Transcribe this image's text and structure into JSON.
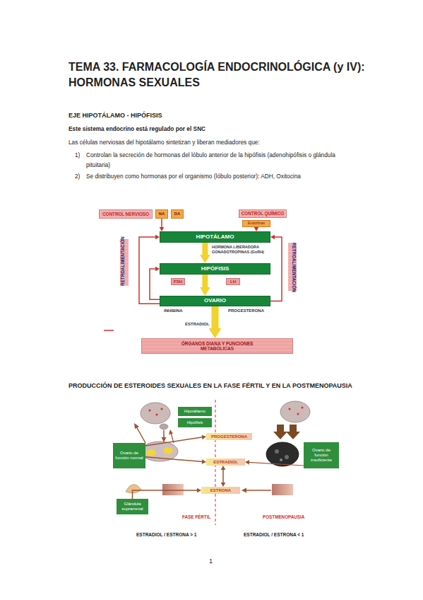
{
  "diagram": {
    "title": "TEMA 33. FARMACOLOGÍA ENDOCRINOLÓGICA (y IV): HORMONAS SEXUALES",
    "nodes": [
      {
        "text": [
          "CONTROL NERVIOSO"
        ]
      },
      {
        "text": [
          "NA"
        ]
      },
      {
        "text": [
          "DA"
        ]
      },
      {
        "text": [
          "CONTROL QUÍMICO"
        ]
      },
      {
        "text": [
          "Endorfinas"
        ]
      },
      {
        "text": [
          "HIPOTÁLAMO"
        ]
      },
      {
        "text": [
          "HIPÓFISIS"
        ]
      },
      {
        "text": [
          "FSH"
        ]
      },
      {
        "text": [
          "LH"
        ]
      },
      {
        "text": [
          "OVARIO"
        ]
      },
      {
        "text": [
          "ÓRGANOS DIANA Y FUNCIONES METABÓLICAS"
        ]
      },
      {
        "text": [
          "Hipotálamo"
        ]
      },
      {
        "text": [
          "Hipófisis"
        ]
      },
      {
        "text": [
          "Ovario de función normal"
        ]
      },
      {
        "text": [
          "PROGESTERONA"
        ]
      },
      {
        "text": [
          "ESTRADIOL"
        ]
      },
      {
        "text": [
          "Ovario de función insuficiente"
        ]
      },
      {
        "text": [
          "ESTRONA"
        ]
      },
      {
        "text": [
          "Glándula suprarrenal"
        ]
      }
    ],
    "edges": [
      {
        "from": 1,
        "to": 5,
        "arrow": "to"
      },
      {
        "from": 4,
        "to": 5,
        "arrow": "to"
      },
      {
        "from": 5,
        "to": 6,
        "label": "HORMONA LIBERADORA GONADOTROPINAS (GnRH)",
        "arrow": "to"
      },
      {
        "from": 6,
        "to": 9,
        "arrow": "to"
      },
      {
        "from": 9,
        "to": 10,
        "arrow": "to"
      },
      {
        "from": 9,
        "to": 6,
        "arrow": "to"
      },
      {
        "from": 9,
        "to": 5,
        "arrow": "to"
      },
      {
        "from": 9,
        "to": 5,
        "arrow": "to"
      },
      {
        "from": 13,
        "to": 14,
        "arrow": "to"
      },
      {
        "from": 13,
        "to": 15,
        "arrow": "to"
      },
      {
        "from": 15,
        "to": 17,
        "arrow": "both"
      },
      {
        "from": 18,
        "to": 17,
        "arrow": "to"
      },
      {
        "from": 16,
        "to": 15,
        "arrow": "to"
      }
    ],
    "labels": [
      "EJE HIPOTÁLAMO - HIPÓFISIS",
      "Este sistema endocrino está regulado por el SNC",
      "Las células nerviosas del hipotálamo sintetizan y liberan mediadores que:",
      "1)",
      "Controlan la secreción de hormonas del lóbulo anterior de la hipófisis (adenohipófisis o glándula pituitaria)",
      "2)",
      "Se distribuyen como hormonas por el organismo (lóbulo posterior): ADH, Oxitocina",
      "RETROALIMENTACIÓN",
      "RETROALIMENTACIÓN",
      "INHIBINA",
      "PROGESTERONA",
      "ESTRADIOL",
      "PRODUCCIÓN DE ESTEROIDES SEXUALES EN LA FASE FÉRTIL Y EN LA POSTMENOPAUSIA",
      "FASE FÉRTIL",
      "POSTMENOPAUSIA",
      "ESTRADIOL / ESTRONA > 1",
      "ESTRADIOL / ESTRONA < 1",
      "1"
    ]
  }
}
